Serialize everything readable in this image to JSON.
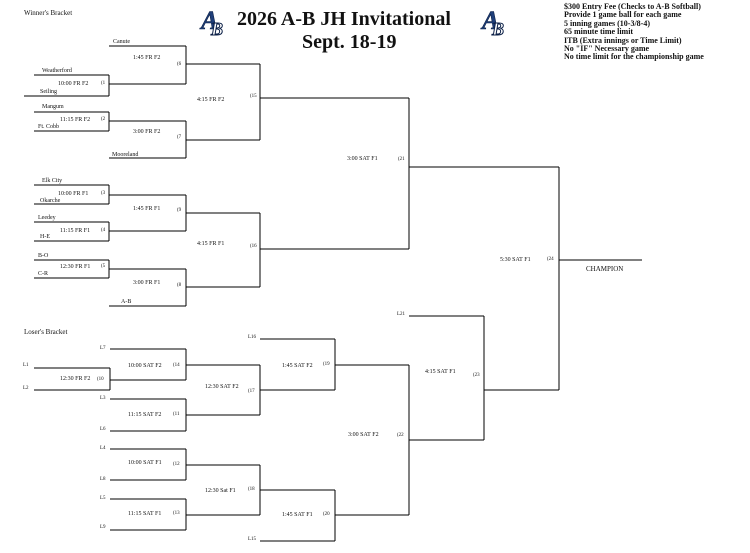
{
  "header": {
    "section_winners": "Winner's Bracket",
    "title_line1": "2026 A-B JH Invitational",
    "title_line2": "Sept. 18-19",
    "logo_text": "AB",
    "info_lines": [
      "$300 Entry Fee (Checks to A-B Softball)",
      "Provide 1 game ball for each game",
      "5 inning games (10-3/8-4)",
      "65 minute time limit",
      "ITB (Extra innings or Time Limit)",
      "No \"IF\" Necessary game",
      "No time limit for the championship game"
    ]
  },
  "winners": {
    "teams": [
      "Canute",
      "Weatherford",
      "Seiling",
      "Mangum",
      "Ft. Cobb",
      "Mooreland",
      "Elk City",
      "Okarche",
      "Leedey",
      "H-E",
      "B-O",
      "C-R",
      "A-B"
    ],
    "games": {
      "g1": {
        "time": "10:00 FR F2",
        "num": "(1"
      },
      "g2": {
        "time": "11:15 FR F2",
        "num": "(2"
      },
      "g3": {
        "time": "10:00 FR F1",
        "num": "(3"
      },
      "g4": {
        "time": "11:15 FR F1",
        "num": "(4"
      },
      "g5": {
        "time": "12:30 FR F1",
        "num": "(5"
      },
      "g6": {
        "time": "1:45 FR F2",
        "num": "(6"
      },
      "g7": {
        "time": "3:00 FR F2",
        "num": "(7"
      },
      "g8": {
        "time": "3:00 FR F1",
        "num": "(8"
      },
      "g9": {
        "time": "1:45 FR F1",
        "num": "(9"
      },
      "g15": {
        "time": "4:15 FR F2",
        "num": "(15"
      },
      "g16": {
        "time": "4:15 FR F1",
        "num": "(16"
      },
      "g21": {
        "time": "3:00 SAT F1",
        "num": "(21"
      },
      "g24": {
        "time": "5:30 SAT F1",
        "num": "(24"
      }
    },
    "champion": "CHAMPION"
  },
  "losers": {
    "section": "Loser's Bracket",
    "labels": {
      "L1": "L1",
      "L2": "L2",
      "L3": "L3",
      "L4": "L4",
      "L5": "L5",
      "L6": "L6",
      "L7": "L7",
      "L8": "L8",
      "L9": "L9",
      "L15": "L15",
      "L16": "L16",
      "L21": "L21"
    },
    "games": {
      "g10": {
        "time": "12:30 FR F2",
        "num": "(10"
      },
      "g11": {
        "time": "11:15 SAT F2",
        "num": "(11"
      },
      "g12": {
        "time": "10:00 SAT F1",
        "num": "(12"
      },
      "g13": {
        "time": "11:15 SAT F1",
        "num": "(13"
      },
      "g14": {
        "time": "10:00 SAT F2",
        "num": "(14"
      },
      "g17": {
        "time": "12:30 SAT F2",
        "num": "(17"
      },
      "g18": {
        "time": "12:30 Sat F1",
        "num": "(18"
      },
      "g19": {
        "time": "1:45 SAT F2",
        "num": "(19"
      },
      "g20": {
        "time": "1:45 SAT F1",
        "num": "(20"
      },
      "g22": {
        "time": "3:00 SAT F2",
        "num": "(22"
      },
      "g23": {
        "time": "4:15 SAT F1",
        "num": "(23"
      }
    }
  }
}
